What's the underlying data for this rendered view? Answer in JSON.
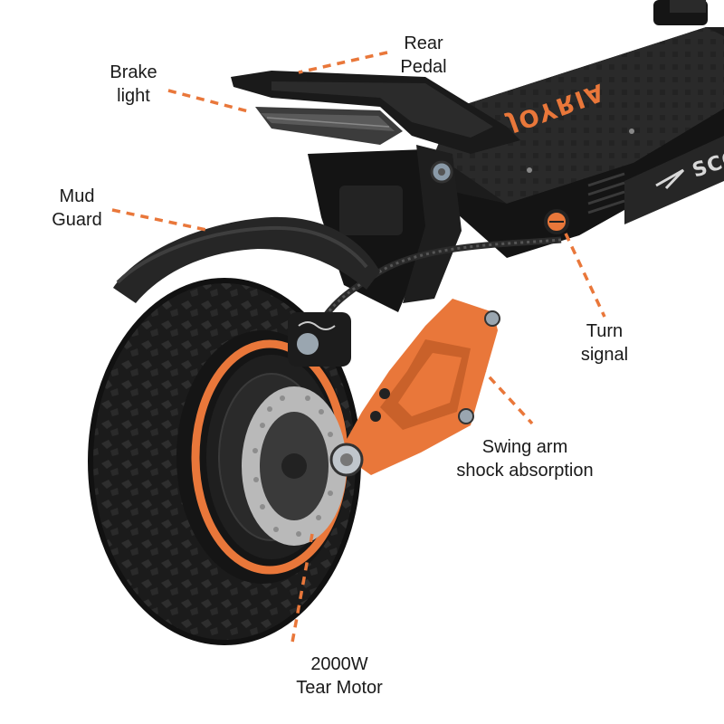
{
  "labels": {
    "rear_pedal": [
      "Rear",
      "Pedal"
    ],
    "brake_light": [
      "Brake",
      "light"
    ],
    "mud_guard": [
      "Mud",
      "Guard"
    ],
    "turn_signal": [
      "Turn",
      "signal"
    ],
    "swing_arm": [
      "Swing arm",
      "shock absorption"
    ],
    "motor": [
      "2000W",
      "Tear Motor"
    ]
  },
  "deck": {
    "brand_text": "JOYRIA",
    "side_text": "SCO"
  },
  "colors": {
    "accent": "#e9773a",
    "body": "#1f1f1f",
    "tire": "#161616",
    "background": "#ffffff"
  }
}
